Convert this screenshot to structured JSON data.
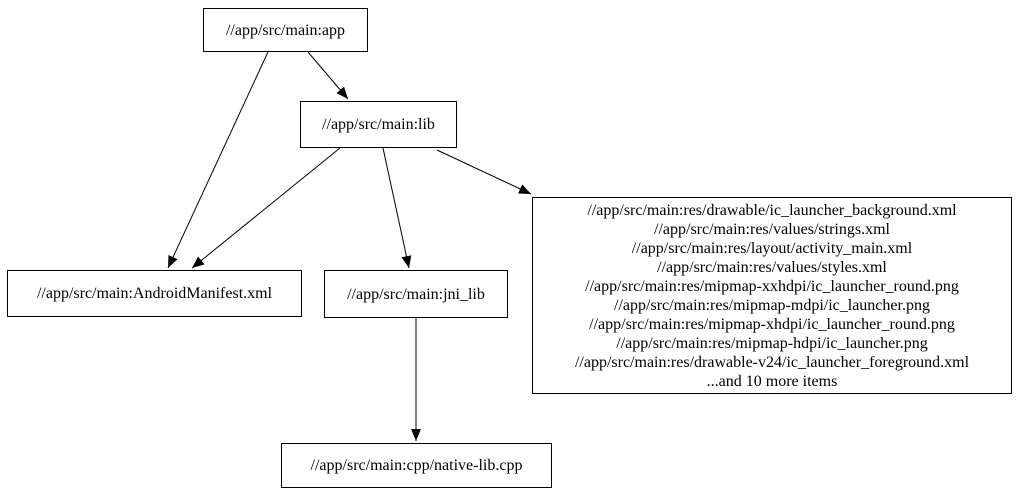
{
  "diagram": {
    "type": "dependency-graph",
    "background_color": "#ffffff",
    "node_border_color": "#000000",
    "edge_color": "#000000",
    "text_color": "#000000",
    "nodes": {
      "app": {
        "label": "//app/src/main:app"
      },
      "lib": {
        "label": "//app/src/main:lib"
      },
      "manifest": {
        "label": "//app/src/main:AndroidManifest.xml"
      },
      "jni_lib": {
        "label": "//app/src/main:jni_lib"
      },
      "res_group": {
        "lines": [
          "//app/src/main:res/drawable/ic_launcher_background.xml",
          "//app/src/main:res/values/strings.xml",
          "//app/src/main:res/layout/activity_main.xml",
          "//app/src/main:res/values/styles.xml",
          "//app/src/main:res/mipmap-xxhdpi/ic_launcher_round.png",
          "//app/src/main:res/mipmap-mdpi/ic_launcher.png",
          "//app/src/main:res/mipmap-xhdpi/ic_launcher_round.png",
          "//app/src/main:res/mipmap-hdpi/ic_launcher.png",
          "//app/src/main:res/drawable-v24/ic_launcher_foreground.xml",
          "...and 10 more items"
        ]
      },
      "native_lib": {
        "label": "//app/src/main:cpp/native-lib.cpp"
      }
    },
    "edges": [
      {
        "from": "//app/src/main:app",
        "to": "//app/src/main:lib"
      },
      {
        "from": "//app/src/main:app",
        "to": "//app/src/main:AndroidManifest.xml"
      },
      {
        "from": "//app/src/main:lib",
        "to": "//app/src/main:AndroidManifest.xml"
      },
      {
        "from": "//app/src/main:lib",
        "to": "//app/src/main:jni_lib"
      },
      {
        "from": "//app/src/main:lib",
        "to": "res_group"
      },
      {
        "from": "//app/src/main:jni_lib",
        "to": "//app/src/main:cpp/native-lib.cpp"
      }
    ]
  }
}
